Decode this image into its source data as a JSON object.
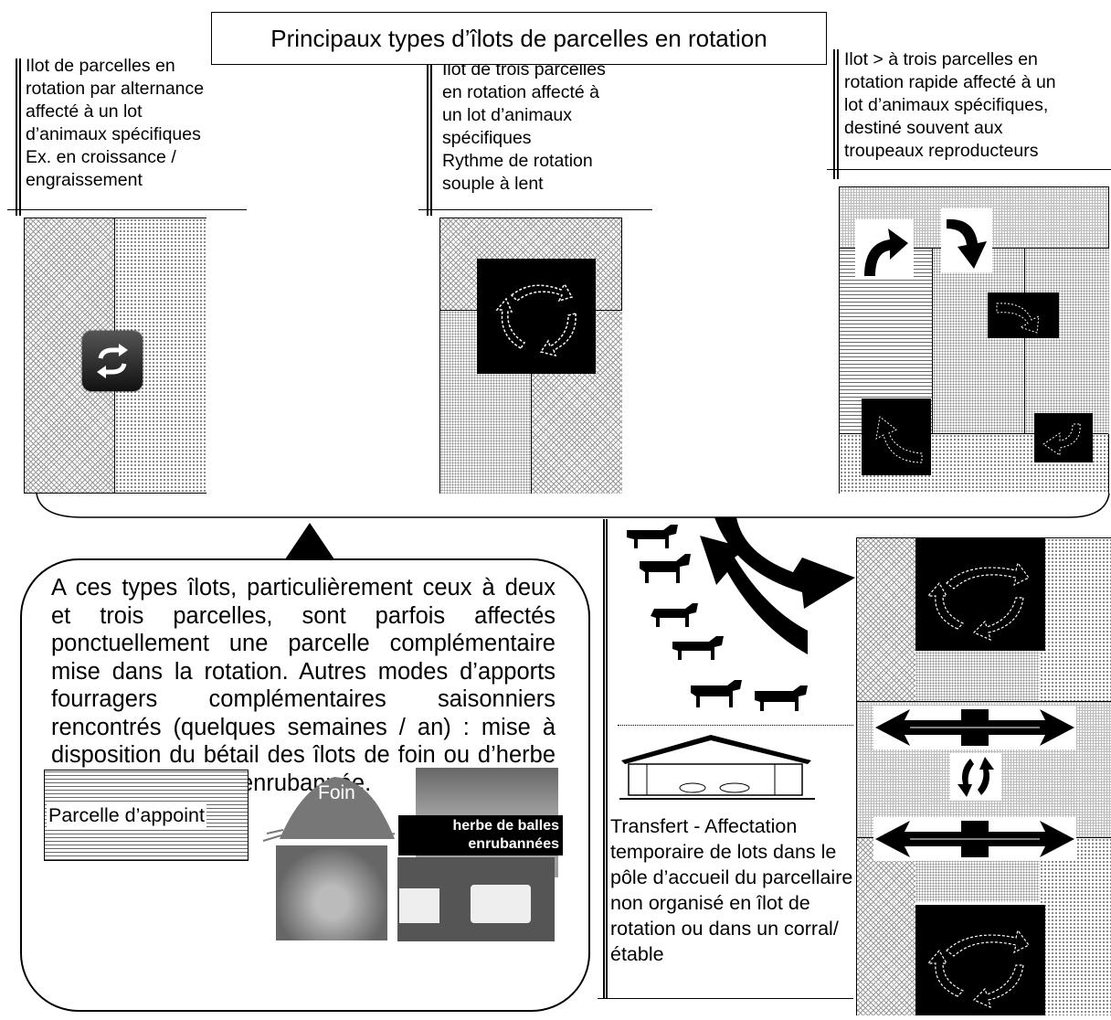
{
  "title": "Principaux types d’îlots de parcelles en rotation",
  "types": [
    {
      "label": "Ilot de parcelles en\nrotation par alternance\naffecté à un lot\nd’animaux spécifiques\nEx. en croissance /\nengraissement"
    },
    {
      "label": "Ilot de trois parcelles\nen rotation affecté à\nun lot d’animaux\nspécifiques\nRythme de rotation\nsouple à lent"
    },
    {
      "label": "Ilot > à trois parcelles en\nrotation rapide affecté à un\nlot d’animaux spécifiques,\ndestiné souvent aux\ntroupeaux reproducteurs"
    }
  ],
  "bubble": {
    "text": "A ces types îlots, particulièrement ceux à deux et trois parcelles, sont parfois affectés ponctuellement une parcelle complémentaire mise dans la rotation. Autres modes d’apports fourragers complémentaires saisonniers rencontrés (quelques semaines / an) : mise à disposition du bétail des îlots de foin ou d’herbe conservé en balle enrubannée.",
    "parcelle": "Parcelle d’appoint",
    "foin": "Foin",
    "herbe": "herbe de balles enrubannées"
  },
  "transfer": {
    "text": "Transfert - Affectation temporaire de lots dans le pôle d’accueil du parcellaire non organisé en îlot de rotation ou dans un corral/étable"
  },
  "icons": [
    "rotate-icon",
    "cycle-arrows-icon",
    "curved-arrow-icon",
    "cow-silhouette-icon",
    "barn-icon",
    "double-arrow-icon",
    "swap-icon"
  ]
}
